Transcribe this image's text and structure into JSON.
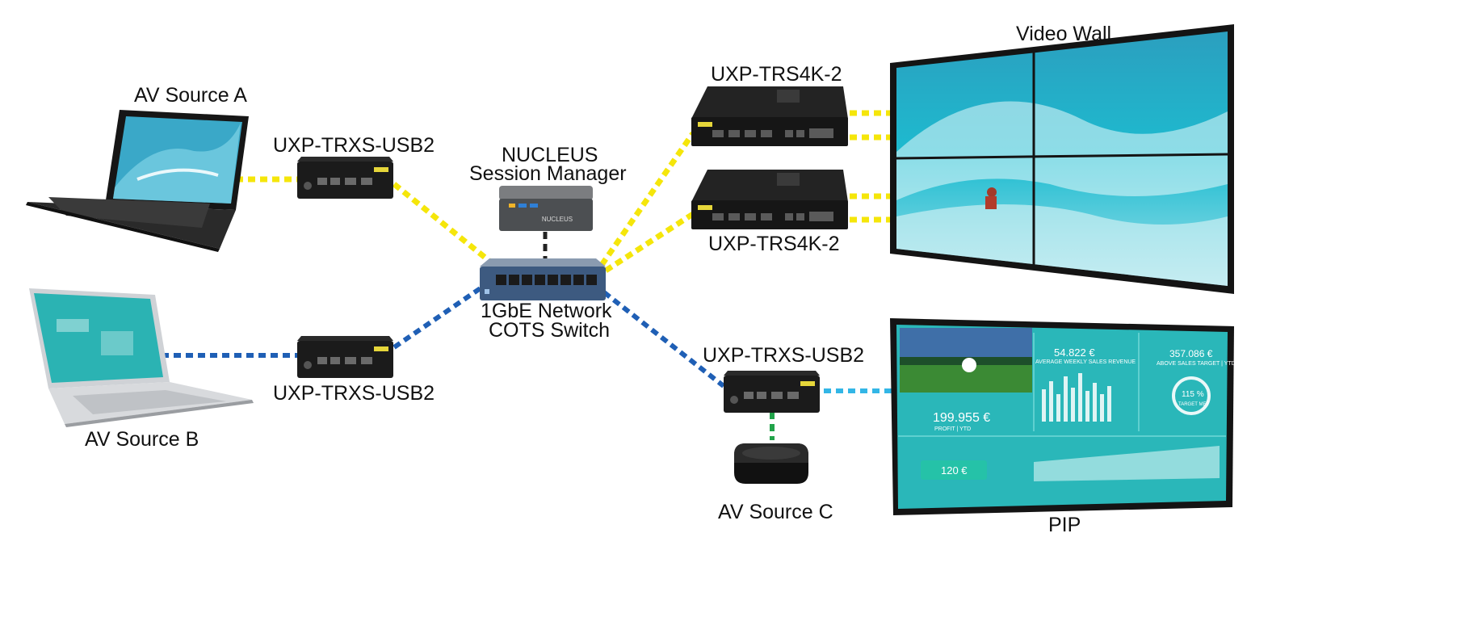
{
  "labels": {
    "av_source_a": "AV Source A",
    "av_source_b": "AV Source B",
    "av_source_c": "AV Source C",
    "trxs_top": "UXP-TRXS-USB2",
    "trxs_bottom_left": "UXP-TRXS-USB2",
    "trxs_right": "UXP-TRXS-USB2",
    "nucleus_line1": "NUCLEUS",
    "nucleus_line2": "Session Manager",
    "switch_line1": "1GbE Network",
    "switch_line2": "COTS Switch",
    "trs4k_top": "UXP-TRS4K-2",
    "trs4k_bottom": "UXP-TRS4K-2",
    "video_wall": "Video Wall",
    "pip": "PIP"
  },
  "pip_screen": {
    "avg_value": "54.822 €",
    "avg_caption": "AVERAGE WEEKLY SALES REVENUE",
    "above_value": "357.086 €",
    "above_caption": "ABOVE SALES TARGET | YTD",
    "ring_value": "115 %",
    "ring_caption": "TARGET MET",
    "profit_value": "199.955 €",
    "profit_caption": "PROFIT | YTD",
    "price_value": "120 €"
  },
  "colors": {
    "yellow_link": "#f5e60a",
    "blue_link": "#1f5fb5",
    "cyan_link": "#33b6e6",
    "green_link": "#22a34a",
    "dark_link": "#222222",
    "device_body": "#1b1b1b",
    "screen_teal": "#2ab7b9"
  },
  "icons": {
    "laptop_a": "laptop-icon",
    "laptop_b": "laptop-icon",
    "switch": "network-switch-icon",
    "nucleus": "mini-pc-icon",
    "media_box": "media-player-icon"
  }
}
